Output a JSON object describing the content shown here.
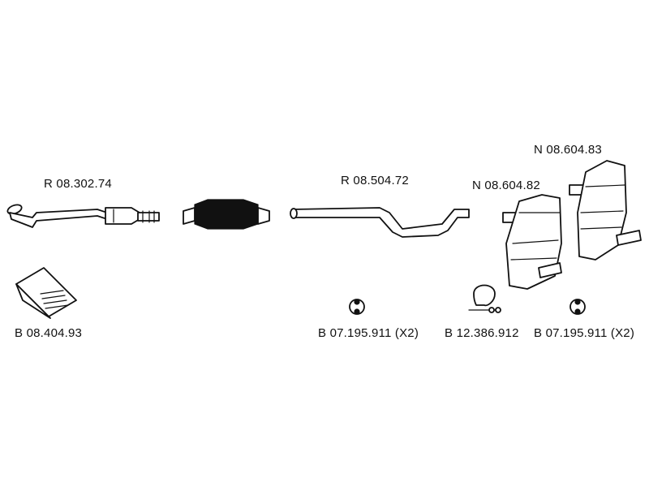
{
  "parts": {
    "front_pipe": {
      "code": "R 08.302.74"
    },
    "middle_pipe": {
      "code": "R 08.504.72"
    },
    "rear_silencer_left": {
      "code": "N 08.604.82"
    },
    "rear_silencer_right": {
      "code": "N 08.604.83"
    },
    "heat_shield_kit": {
      "code": "B 08.404.93"
    },
    "rubber_mount_middle": {
      "code": "B 07.195.911 (X2)"
    },
    "clamp": {
      "code": "B 12.386.912"
    },
    "rubber_mount_rear": {
      "code": "B 07.195.911 (X2)"
    }
  }
}
